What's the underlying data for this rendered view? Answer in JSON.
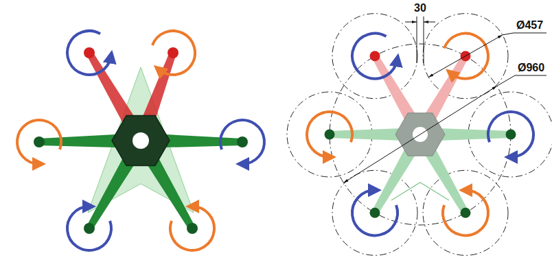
{
  "diagram": {
    "labels": [
      "30",
      "Ø457",
      "Ø960"
    ]
  }
}
